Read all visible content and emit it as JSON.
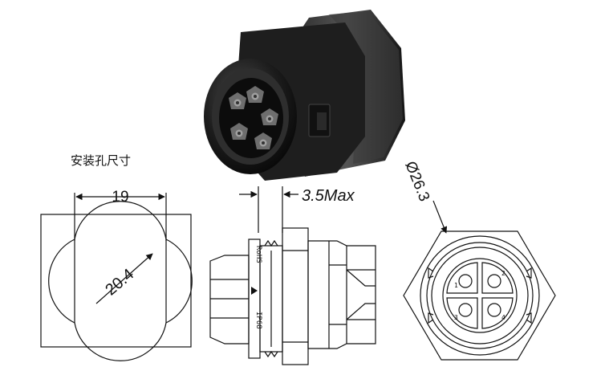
{
  "labels": {
    "mounting_hole_title": "安装孔尺寸",
    "hole_width": "19",
    "hole_diameter": "20.4",
    "panel_thickness": "3.5Max",
    "outer_diameter": "Ø26.3"
  },
  "body_markings": {
    "rohs": "RoHS",
    "ip": "IP68"
  },
  "pin_numbers": [
    "1",
    "2",
    "3",
    "4"
  ],
  "colors": {
    "line": "#111111",
    "connector_body": "#1b1b1b",
    "background": "#ffffff"
  }
}
